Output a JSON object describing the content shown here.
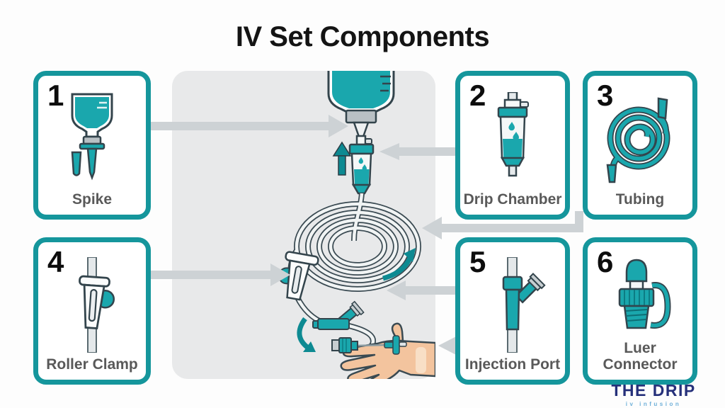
{
  "title": "IV Set Components",
  "boxes": [
    {
      "number": "1",
      "label": "Spike",
      "icon": "spike-icon"
    },
    {
      "number": "2",
      "label": "Drip Chamber",
      "icon": "drip-chamber-icon"
    },
    {
      "number": "3",
      "label": "Tubing",
      "icon": "tubing-icon"
    },
    {
      "number": "4",
      "label": "Roller Clamp",
      "icon": "roller-clamp-icon"
    },
    {
      "number": "5",
      "label": "Injection Port",
      "icon": "injection-port-icon"
    },
    {
      "number": "6",
      "label": "Luer Connector",
      "icon": "luer-connector-icon"
    }
  ],
  "illustration": {
    "parts": [
      "iv-bottle",
      "spike",
      "drip-chamber",
      "tubing-coil",
      "roller-clamp",
      "injection-port",
      "luer-connector",
      "patient-hand"
    ]
  },
  "logo": {
    "name": "THE DRIP",
    "tagline": "iv infusion"
  },
  "colors": {
    "teal_border": "#15969c",
    "teal_fill": "#1aa7ad",
    "teal_dark": "#0d8a92",
    "arrow_gray": "#cdd2d5",
    "panel_bg": "#e8e9ea",
    "label_gray": "#595959",
    "logo_navy": "#25307a",
    "logo_blue": "#6fb0d9",
    "skin": "#f3c49e"
  }
}
